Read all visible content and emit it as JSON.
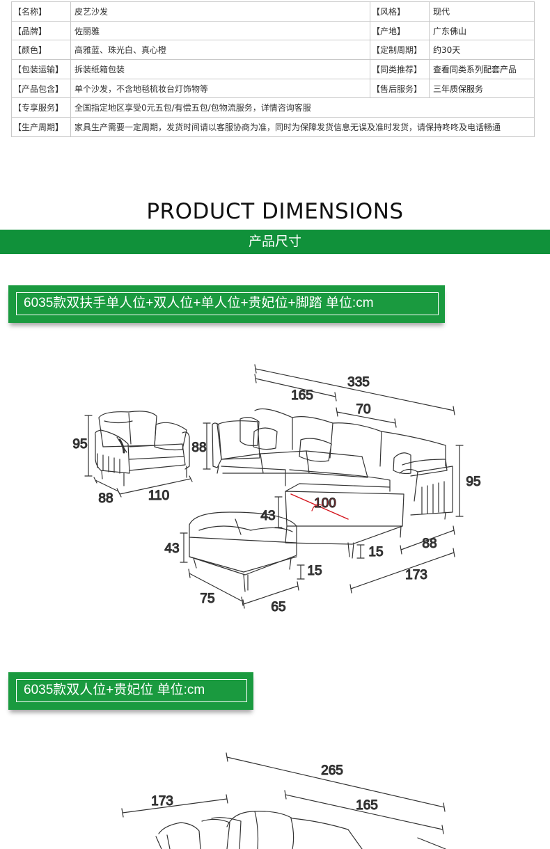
{
  "spec_table": {
    "rows": [
      {
        "k1": "【名称】",
        "v1": "皮艺沙发",
        "k2": "【风格】",
        "v2": "现代"
      },
      {
        "k1": "【品牌】",
        "v1": "佐丽雅",
        "k2": "【产地】",
        "v2": "广东佛山"
      },
      {
        "k1": "【颜色】",
        "v1": "高雅蓝、珠光白、真心橙",
        "k2": "【定制周期】",
        "v2": "约30天"
      },
      {
        "k1": "【包装运输】",
        "v1": "拆装纸箱包装",
        "k2": "【同类推荐】",
        "v2": "查看同类系列配套产品"
      },
      {
        "k1": "【产品包含】",
        "v1": "单个沙发，不含地毯梳妆台灯饰物等",
        "k2": "【售后服务】",
        "v2": "三年质保服务"
      },
      {
        "k1": "【专享服务】",
        "v1": "全国指定地区享受0元五包/有偿五包/包物流服务，详情咨询客服"
      },
      {
        "k1": "【生产周期】",
        "v1": "家具生产需要一定周期，发货时间请以客服协商为准，同时为保障发货信息无误及准时发货，请保持咚咚及电话畅通"
      }
    ]
  },
  "section": {
    "title_en": "PRODUCT DIMENSIONS",
    "title_cn": "产品尺寸"
  },
  "diagram1": {
    "caption": "6035款双扶手单人位+双人位+单人位+贵妃位+脚踏 单位:cm",
    "dims": {
      "total_width": "335",
      "main_width": "165",
      "seat_width": "70",
      "back_height": "95",
      "armchair_height": "95",
      "sofa_height": "88",
      "armchair_depth": "88",
      "armchair_width": "110",
      "chaise_width": "100",
      "seat_height": "43",
      "leg_height": "15",
      "chaise_depth": "88",
      "chaise_length": "173",
      "ottoman_height": "43",
      "ottoman_leg": "15",
      "ottoman_depth": "75",
      "ottoman_width": "65"
    }
  },
  "diagram2": {
    "caption": "6035款双人位+贵妃位 单位:cm",
    "dims": {
      "total_width": "265",
      "chaise_length": "173",
      "main_width": "165"
    }
  },
  "colors": {
    "green_banner": "#10913a",
    "green_caption": "#1a9a3f",
    "red_dim": "#d4141c"
  }
}
